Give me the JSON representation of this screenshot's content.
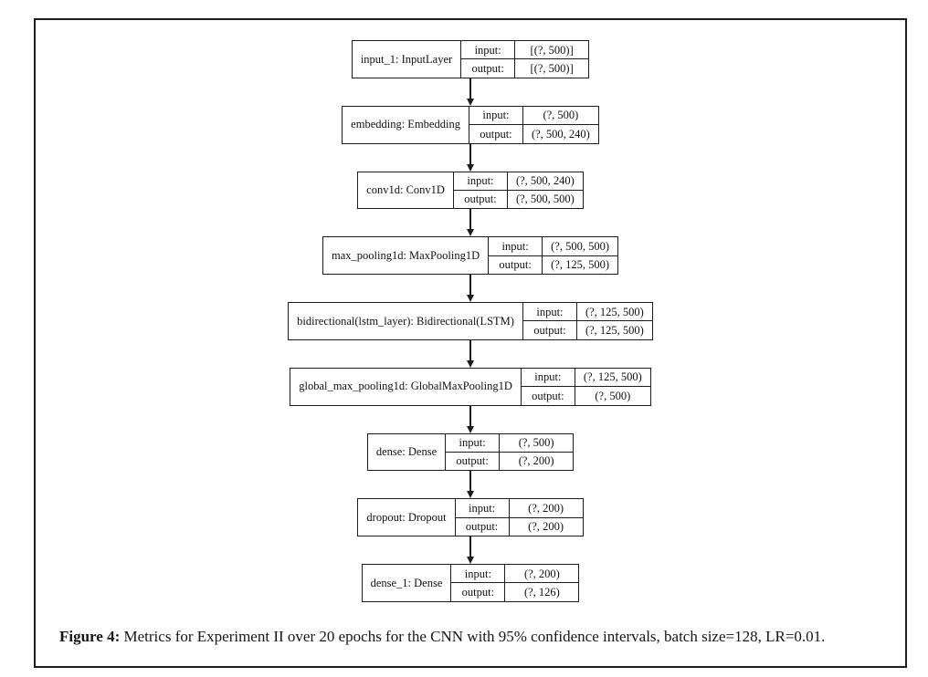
{
  "diagram": {
    "io_labels": {
      "input": "input:",
      "output": "output:"
    },
    "layers": [
      {
        "name": "input_1: InputLayer",
        "input": "[(?, 500)]",
        "output": "[(?, 500)]"
      },
      {
        "name": "embedding: Embedding",
        "input": "(?, 500)",
        "output": "(?, 500, 240)"
      },
      {
        "name": "conv1d: Conv1D",
        "input": "(?, 500, 240)",
        "output": "(?, 500, 500)"
      },
      {
        "name": "max_pooling1d: MaxPooling1D",
        "input": "(?, 500, 500)",
        "output": "(?, 125, 500)"
      },
      {
        "name": "bidirectional(lstm_layer): Bidirectional(LSTM)",
        "input": "(?, 125, 500)",
        "output": "(?, 125, 500)"
      },
      {
        "name": "global_max_pooling1d: GlobalMaxPooling1D",
        "input": "(?, 125, 500)",
        "output": "(?, 500)"
      },
      {
        "name": "dense: Dense",
        "input": "(?, 500)",
        "output": "(?, 200)"
      },
      {
        "name": "dropout: Dropout",
        "input": "(?, 200)",
        "output": "(?, 200)"
      },
      {
        "name": "dense_1: Dense",
        "input": "(?, 200)",
        "output": "(?, 126)"
      }
    ]
  },
  "caption": {
    "label": "Figure 4:",
    "text": " Metrics for Experiment II over 20 epochs for the CNN with 95% confidence intervals, batch size=128, LR=0.01."
  }
}
